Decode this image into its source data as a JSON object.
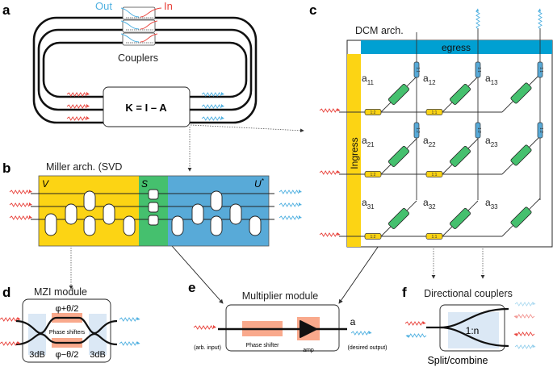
{
  "panels": {
    "a": {
      "label": "a",
      "out": "Out",
      "in": "In",
      "couplers": "Couplers",
      "equation": "K = I – A"
    },
    "b": {
      "label": "b",
      "title": "Miller arch. (SVD",
      "v": "V",
      "s": "S",
      "u_base": "U",
      "u_sup": "*"
    },
    "c": {
      "label": "c",
      "title": "DCM arch.",
      "egress": "egress",
      "ingress": "Ingress",
      "elements": [
        [
          {
            "base": "a",
            "sub": "11"
          },
          {
            "base": "a",
            "sub": "12"
          },
          {
            "base": "a",
            "sub": "13"
          }
        ],
        [
          {
            "base": "a",
            "sub": "21"
          },
          {
            "base": "a",
            "sub": "22"
          },
          {
            "base": "a",
            "sub": "23"
          }
        ],
        [
          {
            "base": "a",
            "sub": "31"
          },
          {
            "base": "a",
            "sub": "32"
          },
          {
            "base": "a",
            "sub": "33"
          }
        ]
      ],
      "row_couplers": [
        [
          "1:2",
          "1:1"
        ],
        [
          "1:2",
          "1:1"
        ],
        [
          "1:2",
          "1:1"
        ]
      ],
      "col_couplers": [
        [
          "1:1",
          "1:1",
          "1:1"
        ],
        [
          "1:2",
          "1:2",
          "1:2"
        ]
      ]
    },
    "d": {
      "label": "d",
      "title": "MZI module",
      "phase_top": "φ+θ/2",
      "phase_bottom": "φ−θ/2",
      "phase_shifters": "Phase shifters",
      "left_coupler": "3dB",
      "right_coupler": "3dB"
    },
    "e": {
      "label": "e",
      "title": "Multiplier module",
      "output_symbol": "a",
      "input": "(arb. input)",
      "output": "(desired output)",
      "phase_shifter": "Phase shifter",
      "amp": "amp"
    },
    "f": {
      "label": "f",
      "title": "Directional couplers",
      "ratio": "1:n",
      "caption": "Split/combine"
    }
  },
  "colors": {
    "yellow": "#fcd414",
    "green": "#45c06e",
    "blue": "#58aad8",
    "egress": "#00a0d2",
    "orange": "#f9a98c",
    "lightblue": "#dbe8f5",
    "red": "#e8413a",
    "cyan": "#4fb0e0"
  }
}
